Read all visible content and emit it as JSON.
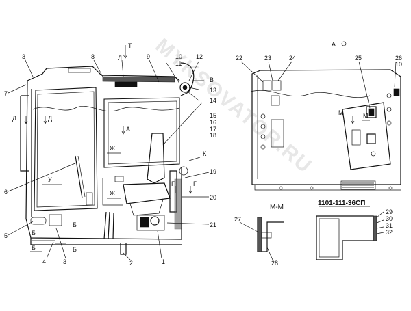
{
  "watermark": "MYKSOVATOR.RU",
  "drawing_number": "1101-111-36СП",
  "view_a": "А",
  "section_mm": "М-М",
  "callouts": {
    "c1": "1",
    "c2": "2",
    "c3a": "3",
    "c3b": "3",
    "c4": "4",
    "c5": "5",
    "c6": "6",
    "c7": "7",
    "c8": "8",
    "c9": "9",
    "c10a": "10",
    "c11": "11",
    "c12": "12",
    "c13": "13",
    "c14": "14",
    "c15": "15",
    "c16": "16",
    "c17": "17",
    "c18": "18",
    "c19": "19",
    "c20": "20",
    "c21": "21",
    "c22": "22",
    "c23": "23",
    "c24": "24",
    "c25": "25",
    "c26": "26",
    "c10b": "10",
    "c27": "27",
    "c28": "28",
    "c29": "29",
    "c30": "30",
    "c31": "31",
    "c32": "32"
  },
  "section_marks": {
    "T": "Т",
    "L": "Л",
    "V": "В",
    "K": "К",
    "D_left": "Д",
    "D_right": "Д",
    "A_mid": "А",
    "Zh_mid": "Ж",
    "Zh_low": "Ж",
    "U": "У",
    "G_left": "Г",
    "G_right": "Г",
    "B_a": "Б",
    "B_b": "Б",
    "B_c": "Б",
    "B_d": "Б",
    "M_a": "М",
    "M_b": "М"
  }
}
